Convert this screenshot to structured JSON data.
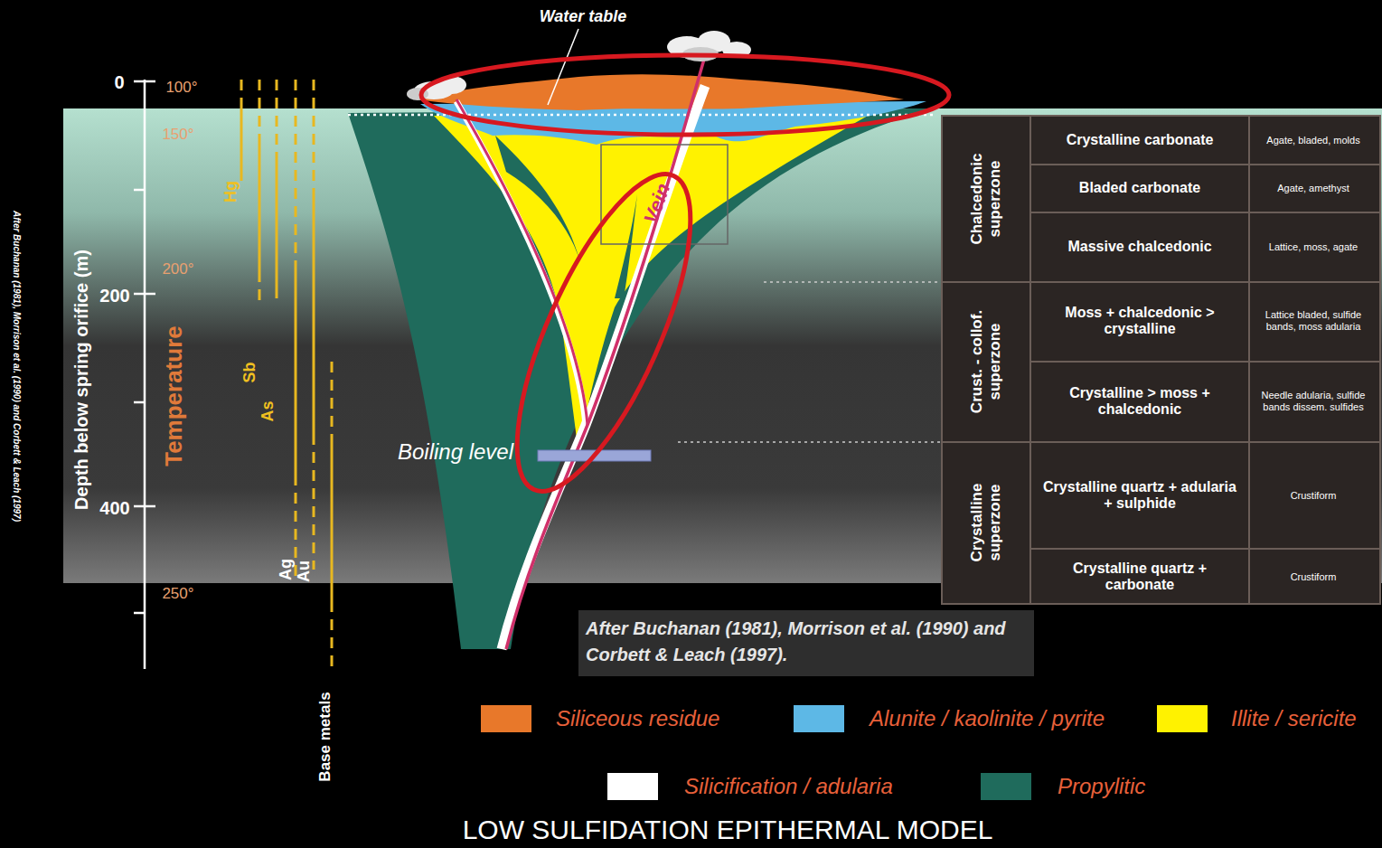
{
  "diagram": {
    "title": "LOW SULFIDATION EPITHERMAL MODEL",
    "nodes": [
      {
        "text": [
          "After Buchanan (1981), Morrison et al. (1990) and Corbett & Leach (1997)."
        ]
      }
    ],
    "labels": [
      "Water table",
      "0",
      "100°",
      "150°",
      "200",
      "200°",
      "400",
      "250°",
      "Depth below spring orifice (m)",
      "Temperature",
      "Hg",
      "Sb",
      "As",
      "Ag",
      "Au",
      "Base metals",
      "After Buchanan (1981), Morrison et al. (1990) and Corbett & Leach (1997)",
      "Vein",
      "Boiling level",
      "Chalcedonic superzone",
      "Crystalline carbonate",
      "Agate, bladed, molds",
      "Bladed carbonate",
      "Agate, amethyst",
      "Massive chalcedonic",
      "Lattice, moss, agate",
      "Crust. - collof. superzone",
      "Moss + chalcedonic > crystalline",
      "Lattice bladed, sulfide bands, moss adularia",
      "Crystalline > moss + chalcedonic",
      "Needle adularia, sulfide bands dissem. sulfides",
      "Crystalline superzone",
      "Crystalline quartz + adularia + sulphide",
      "Crustiform",
      "Crystalline quartz + carbonate",
      "Crustiform"
    ],
    "legend": [
      {
        "text": "Siliceous residue",
        "color": "#e8782a"
      },
      {
        "text": "Alunite / kaolinite / pyrite",
        "color": "#5db8e6"
      },
      {
        "text": "Illite / sericite",
        "color": "#fff200"
      },
      {
        "text": "Silicification / adularia",
        "color": "#ffffff"
      },
      {
        "text": "Propylitic",
        "color": "#1f6b5c"
      }
    ]
  }
}
